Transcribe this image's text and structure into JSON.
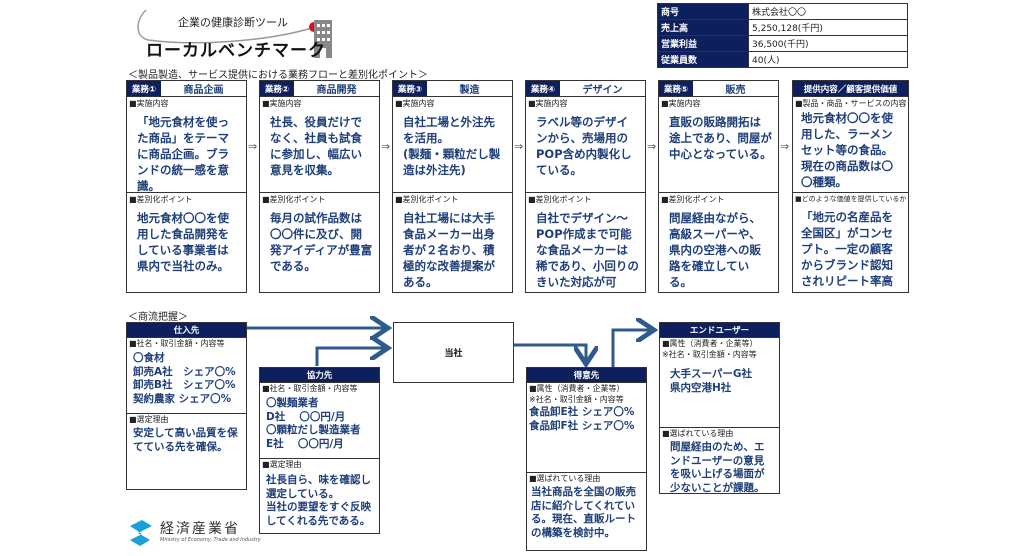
{
  "logo": {
    "subtitle": "企業の健康診断ツール",
    "title": "ローカルベンチマーク"
  },
  "company_info": [
    {
      "label": "商号",
      "value": "株式会社〇〇"
    },
    {
      "label": "売上高",
      "value": "5,250,128(千円)"
    },
    {
      "label": "営業利益",
      "value": "36,500(千円)"
    },
    {
      "label": "従業員数",
      "value": "40(人)"
    }
  ],
  "flow_section_title": "＜製品製造、サービス提供における業務フローと差別化ポイント＞",
  "arrow_glyph": "⇒",
  "processes": [
    {
      "tag": "業務①",
      "title": "商品企画",
      "label1": "■実施内容",
      "content": "「地元食材を使った商品」をテーマに商品企画。ブランドの統一感を意識。",
      "label2": "■差別化ポイント",
      "point": "地元食材〇〇を使用した食品開発をしている事業者は県内で当社のみ。"
    },
    {
      "tag": "業務②",
      "title": "商品開発",
      "label1": "■実施内容",
      "content": "社長、役員だけでなく、社員も試食に参加し、幅広い意見を収集。",
      "label2": "■差別化ポイント",
      "point": "毎月の試作品数は〇〇件に及び、開発アイディアが豊富である。"
    },
    {
      "tag": "業務③",
      "title": "製造",
      "label1": "■実施内容",
      "content": "自社工場と外注先を活用。\n(製麺・顆粒だし製造は外注先)",
      "label2": "■差別化ポイント",
      "point": "自社工場には大手食品メーカー出身者が２名おり、積極的な改善提案がある。"
    },
    {
      "tag": "業務④",
      "title": "デザイン",
      "label1": "■実施内容",
      "content": "ラベル等のデザインから、売場用のPOP含め内製化している。",
      "label2": "■差別化ポイント",
      "point": "自社でデザイン～POP作成まで可能な食品メーカーは稀であり、小回りのきいた対応が可能。"
    },
    {
      "tag": "業務⑤",
      "title": "販売",
      "label1": "■実施内容",
      "content": "直販の販路開拓は途上であり、問屋が中心となっている。",
      "label2": "■差別化ポイント",
      "point": "問屋経由ながら、高級スーパーや、県内の空港への販路を確立している。"
    }
  ],
  "value_box": {
    "title": "提供内容／顧客提供価値",
    "label1": "■製品・商品・サービスの内容",
    "content": "地元食材〇〇を使用した、ラーメンセット等の食品。現在の商品数は〇〇種類。",
    "label2": "■どのような価値を提供しているか",
    "point": "「地元の名産品を全国区」がコンセプト。一定の顧客からブランド認知されリピート率高い。"
  },
  "commerce_section_title": "＜商流把握＞",
  "suppliers": {
    "title": "仕入先",
    "label1": "■社名・取引金額・内容等",
    "content": "〇食材\n卸売A社　シェア〇%\n卸売B社　シェア〇%\n契約農家 シェア〇%",
    "label2": "■選定理由",
    "reason": "安定して高い品質を保てている先を確保。"
  },
  "partners": {
    "title": "協力先",
    "label1": "■社名・取引金額・内容等",
    "content": "〇製麺業者\nD社　 〇〇円/月\n〇顆粒だし製造業者\nE社　 〇〇円/月",
    "label2": "■選定理由",
    "reason": "社長自ら、味を確認し選定している。\n当社の要望をすぐ反映してくれる先である。"
  },
  "company": {
    "title": "当社"
  },
  "customers": {
    "title": "得意先",
    "label1": "■属性（消費者・企業等）",
    "note": "※社名・取引金額・内容等",
    "content": "食品卸E社 シェア〇%\n食品卸F社 シェア〇%",
    "label2": "■選ばれている理由",
    "reason": "当社商品を全国の販売店に紹介してくれている。現在、直販ルートの構築を検討中。"
  },
  "end_users": {
    "title": "エンドユーザー",
    "label1": "■属性（消費者・企業等）",
    "note": "※社名・取引金額・内容等",
    "content": "大手スーパーG社\n県内空港H社",
    "label2": "■選ばれている理由",
    "reason": "問屋経由のため、エンドユーザーの意見を吸い上げる場面が少ないことが課題。"
  },
  "footer": {
    "ministry": "経済産業省",
    "ministry_en": "Ministry of Economy, Trade and Industry"
  },
  "colors": {
    "navy": "#0d1f5c",
    "text_blue": "#1f3f7a",
    "arrow_blue": "#2f5a8c"
  }
}
